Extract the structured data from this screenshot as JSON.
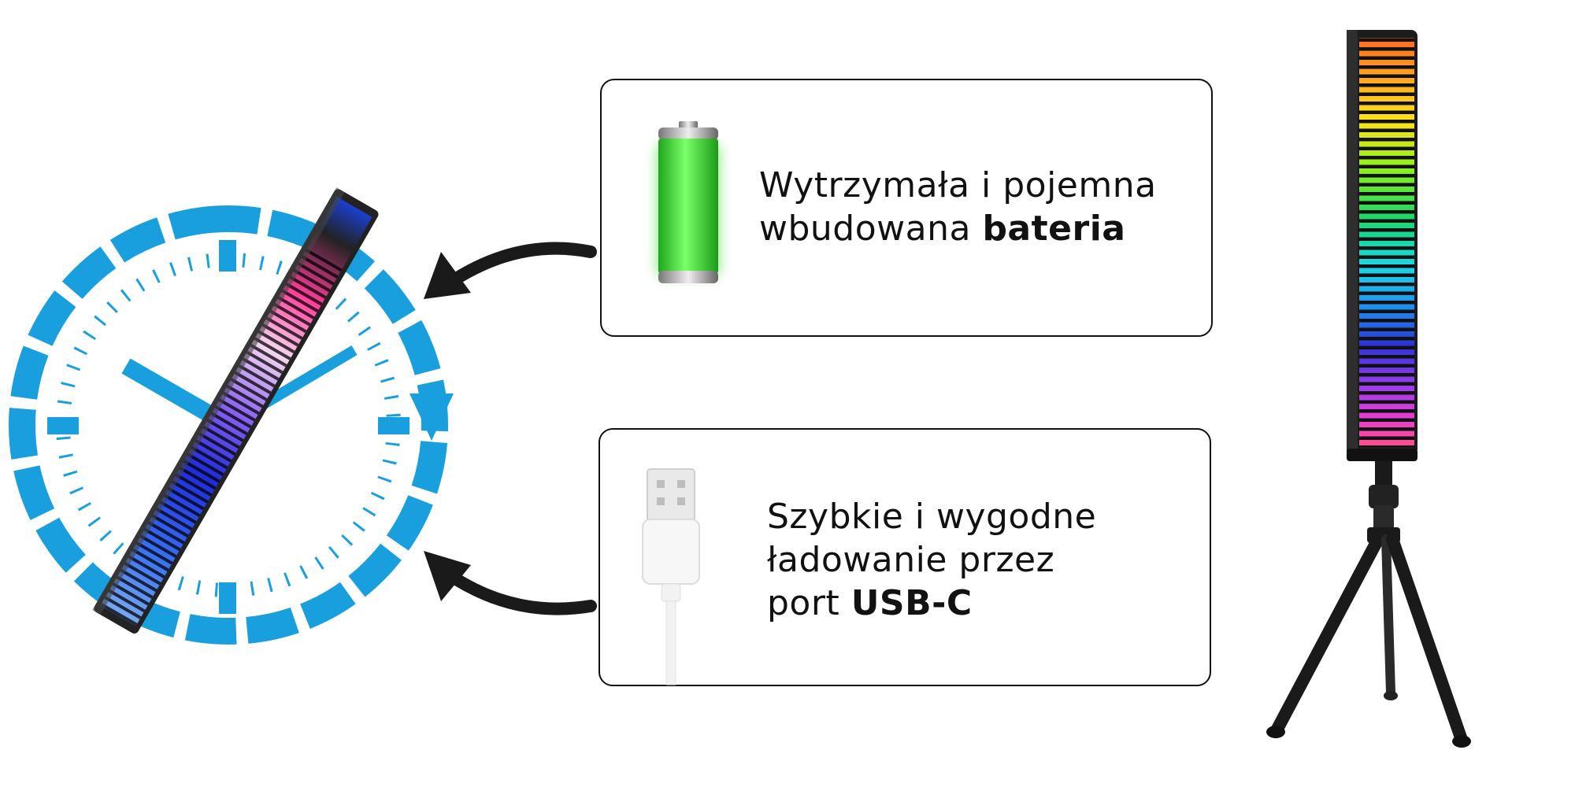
{
  "cards": {
    "battery": {
      "line1": "Wytrzymała i pojemna",
      "line2_prefix": "wbudowana ",
      "line2_bold": "bateria"
    },
    "usb": {
      "line1": "Szybkie i wygodne",
      "line2": "ładowanie przez",
      "line3_prefix": "port ",
      "line3_bold": "USB-C"
    }
  },
  "colors": {
    "clock_blue": "#1a9fde",
    "card_border": "#111111",
    "arrow": "#1a1a1a",
    "battery_green": "#3ed43a"
  },
  "icons": [
    "clock-icon",
    "battery-icon",
    "usb-plug-icon",
    "curved-arrow-icon"
  ]
}
